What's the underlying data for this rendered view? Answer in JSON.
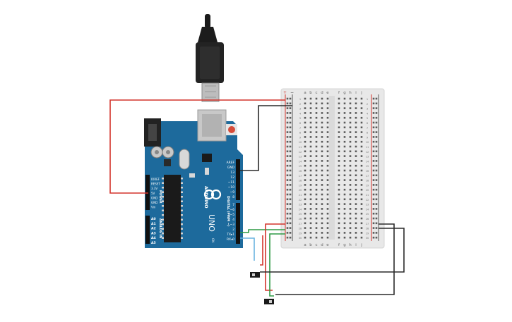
{
  "board": {
    "name_top": "ARDUINO",
    "name_uno": "UNO",
    "power_header": "POWER",
    "analog_header": "ANALOG IN",
    "digital_header": "DIGITAL (PWM ~)",
    "on_label": "ON",
    "power_pins": [
      "IOREF",
      "RESET",
      "3.3V",
      "5V",
      "GND",
      "GND",
      "Vin"
    ],
    "analog_pins": [
      "A0",
      "A1",
      "A2",
      "A3",
      "A4",
      "A5"
    ],
    "digital_pins_top": [
      "AREF",
      "GND",
      "13",
      "12",
      "~11",
      "~10",
      "~9",
      "8"
    ],
    "digital_pins_bottom": [
      "7",
      "~6",
      "~5",
      "4",
      "~3",
      "2",
      "TX▸1",
      "RX◂0"
    ]
  },
  "breadboard": {
    "column_letters_left": [
      "a",
      "b",
      "c",
      "d",
      "e"
    ],
    "column_letters_right": [
      "f",
      "g",
      "h",
      "i",
      "j"
    ],
    "rail_plus": "+",
    "rail_minus": "−",
    "row_numbers": [
      "1",
      "2",
      "3",
      "4",
      "5",
      "6",
      "7",
      "8",
      "9",
      "10",
      "11",
      "12",
      "13",
      "14",
      "15",
      "16",
      "17",
      "18",
      "19",
      "20",
      "21",
      "22",
      "23",
      "24",
      "25",
      "26",
      "27",
      "28",
      "29",
      "30"
    ]
  },
  "colors": {
    "board_blue": "#1d6a9c",
    "wire_red": "#d3332b",
    "wire_black": "#2a2a2a",
    "wire_green": "#2f9a45",
    "wire_blue": "#6ab4e0",
    "breadboard": "#e8e8e8"
  }
}
